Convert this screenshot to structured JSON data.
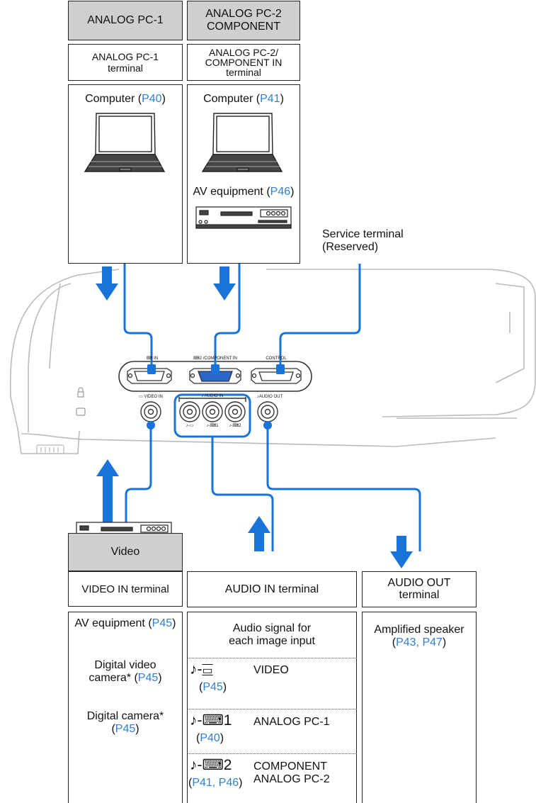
{
  "top": {
    "pc1": {
      "header": "ANALOG PC-1",
      "terminal_line1": "ANALOG PC-1",
      "terminal_line2": "terminal",
      "device": "Computer (",
      "ref": "P40",
      "close": ")"
    },
    "pc2": {
      "header_line1": "ANALOG PC-2",
      "header_line2": "COMPONENT",
      "terminal_line1": "ANALOG PC-2/",
      "terminal_line2": "COMPONENT IN",
      "terminal_line3": "terminal",
      "device": "Computer (",
      "ref": "P41",
      "close": ")",
      "av": "AV equipment (",
      "av_ref": "P46",
      "av_close": ")"
    },
    "service_line1": "Service terminal",
    "service_line2": "(Reserved)"
  },
  "panel": {
    "pc1_in": "⌨ IN",
    "pc2_in": "⌨2 /COMPONENT IN",
    "control": "CONTROL",
    "video_in": "▭ VIDEO IN",
    "audio_in": "♪ AUDIO IN",
    "audio_out": "♪AUDIO OUT",
    "jack1": "♪-▭",
    "jack2": "♪-⌨1",
    "jack3": "♪-⌨2"
  },
  "bottom": {
    "video": {
      "header": "Video",
      "terminal": "VIDEO IN terminal",
      "av": "AV equipment (",
      "av_ref": "P45",
      "av_close": ")",
      "dv_line1": "Digital video",
      "dv_line2": "camera* (",
      "dv_ref": "P45",
      "dv_close": ")",
      "dc_line1": "Digital camera*",
      "dc_open": "(",
      "dc_ref": "P45",
      "dc_close": ")"
    },
    "audio_in": {
      "terminal": "AUDIO IN terminal",
      "desc_line1": "Audio signal for",
      "desc_line2": "each image input",
      "rows": [
        {
          "sym": "♪-",
          "icon": "▭",
          "ref_open": "(",
          "refs": "P45",
          "ref_close": ")",
          "label1": "VIDEO",
          "label2": ""
        },
        {
          "sym": "♪-",
          "icon": "⌨1",
          "ref_open": "(",
          "refs": "P40",
          "ref_close": ")",
          "label1": "ANALOG PC-1",
          "label2": ""
        },
        {
          "sym": "♪-",
          "icon": "⌨2",
          "ref_open": "(",
          "refs": "P41, P46",
          "ref_close": ")",
          "label1": "COMPONENT",
          "label2": "ANALOG PC-2"
        }
      ]
    },
    "audio_out": {
      "terminal_line1": "AUDIO OUT",
      "terminal_line2": "terminal",
      "speaker_line1": "Amplified speaker",
      "open": "(",
      "refs": "P43, P47",
      "close": ")"
    }
  },
  "colors": {
    "cable": "#1a73d9",
    "arrow": "#1a73d9",
    "link": "#2f7fd0",
    "header_gray": "#cfcfcf"
  }
}
